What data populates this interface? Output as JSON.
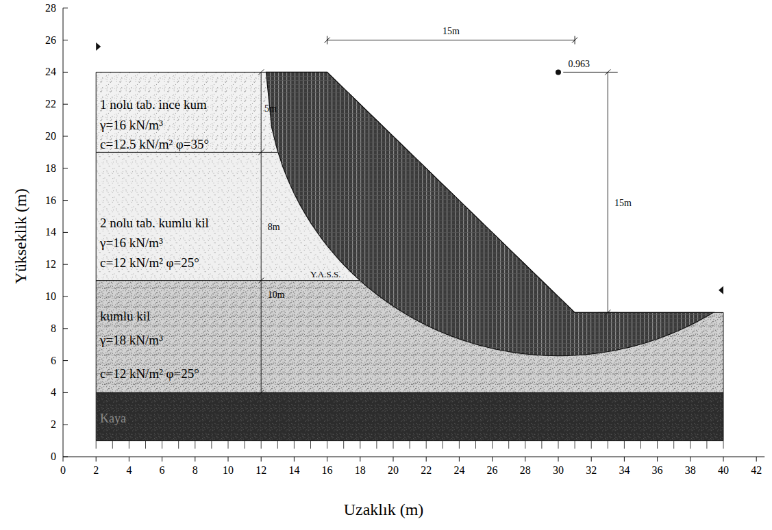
{
  "diagram": {
    "labels": [
      "Yükseklik (m)",
      "Uzaklık (m)",
      "0",
      "2",
      "4",
      "6",
      "8",
      "10",
      "12",
      "14",
      "16",
      "18",
      "20",
      "22",
      "24",
      "26",
      "28",
      "0",
      "2",
      "4",
      "6",
      "8",
      "10",
      "12",
      "14",
      "16",
      "18",
      "20",
      "22",
      "24",
      "26",
      "28",
      "30",
      "32",
      "34",
      "36",
      "38",
      "40",
      "42",
      "15m",
      "0.963",
      "15m",
      "5m",
      "8m",
      "10m",
      "Y.A.S.S.",
      "1 nolu tab. ince kum",
      "γ=16 kN/m³",
      "c=12.5 kN/m² φ=35°",
      "2 nolu tab. kumlu kil",
      "γ=16 kN/m³",
      "c=12 kN/m² φ=25°",
      "kumlu kil",
      "γ=18 kN/m³",
      "c=12 kN/m² φ=25°",
      "Kaya"
    ]
  }
}
